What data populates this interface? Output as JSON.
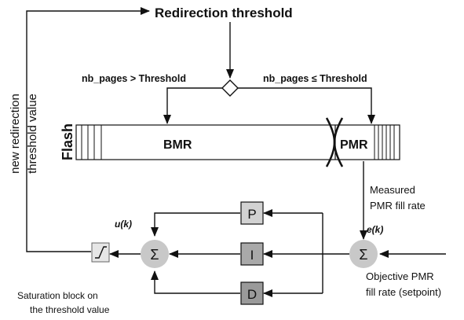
{
  "top_label": "Redirection threshold",
  "condition_left": "nb_pages > Threshold",
  "condition_right": "nb_pages ≤ Threshold",
  "flash_label": "Flash",
  "bmr_label": "BMR",
  "pmr_label": "PMR",
  "side_label_line1": "new redirection",
  "side_label_line2": "threshold value",
  "measured_line1": "Measured",
  "measured_line2": "PMR fill rate",
  "uk_label": "u(k)",
  "ek_label": "e(k)",
  "sum_symbol": "Σ",
  "p_label": "P",
  "i_label": "I",
  "d_label": "D",
  "objective_line1": "Objective PMR",
  "objective_line2": "fill rate (setpoint)",
  "saturation_line1": "Saturation block on",
  "saturation_line2": "the threshold value",
  "colors": {
    "threshold_text": "#8a8a8a",
    "summing_node": "#c8c8c8",
    "p_block": "#d2d2d2",
    "i_block": "#a9a9a9",
    "d_block": "#9a9a9a",
    "line": "#111111"
  }
}
